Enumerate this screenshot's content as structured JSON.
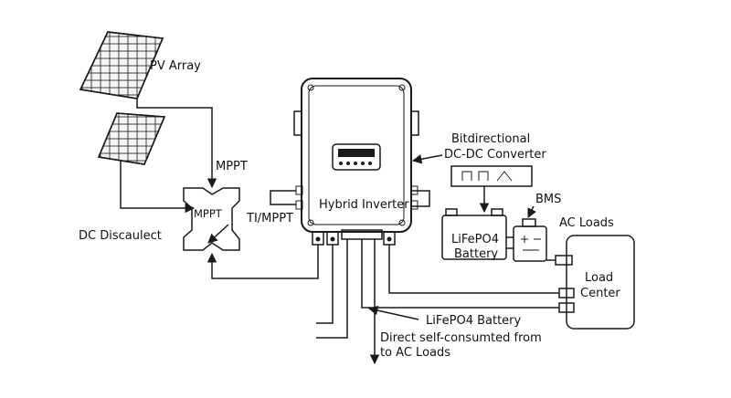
{
  "labels": {
    "pv_array": "PV Array",
    "mppt": "MPPT",
    "ti_mppt": "TI/MPPT",
    "mppt_box": "MPPT",
    "dc_disconnect": "DC Discaulect",
    "hybrid_inverter": "Hybrid Inverter",
    "converter_line1": "Bitdirectional",
    "converter_line2": "DC-DC Converter",
    "bms": "BMS",
    "battery_line1": "LiFePO4",
    "battery_line2": "Battery",
    "ac_loads": "AC Loads",
    "load_center_line1": "Load",
    "load_center_line2": "Center",
    "lifepo4_battery": "LiFePO4 Battery",
    "direct_line1": "Direct self-consumted from",
    "direct_line2": "to AC Loads"
  },
  "colors": {
    "line": "#1a1a1a",
    "background": "#ffffff",
    "panel_fill": "#f2f2f2"
  }
}
